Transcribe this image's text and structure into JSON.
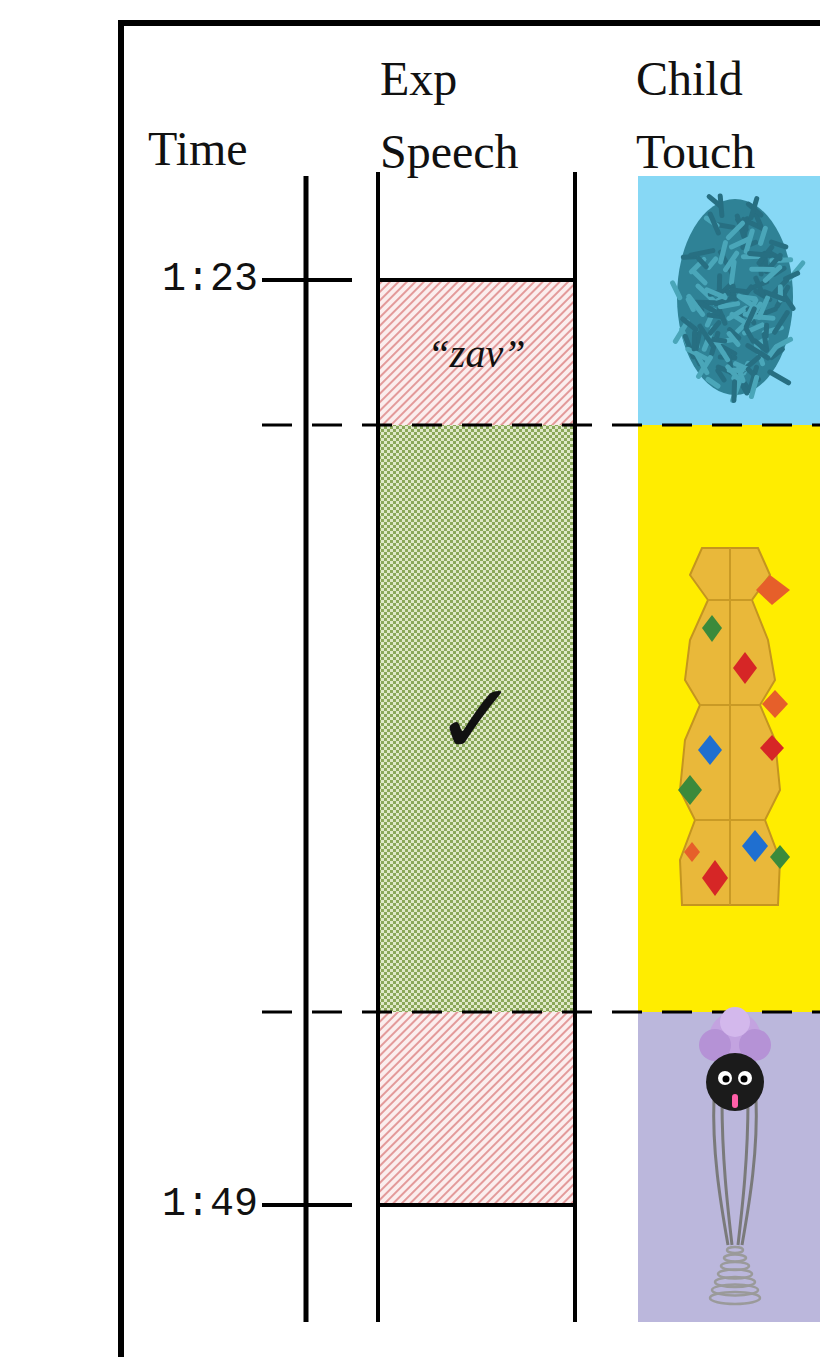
{
  "diagram": {
    "nodes": [
      {
        "text": [
          "“zav”"
        ]
      },
      {
        "text": [
          "✓"
        ]
      }
    ],
    "labels": [
      "Time",
      "Exp Speech",
      "Child Touch",
      "1:23",
      "1:49"
    ]
  }
}
